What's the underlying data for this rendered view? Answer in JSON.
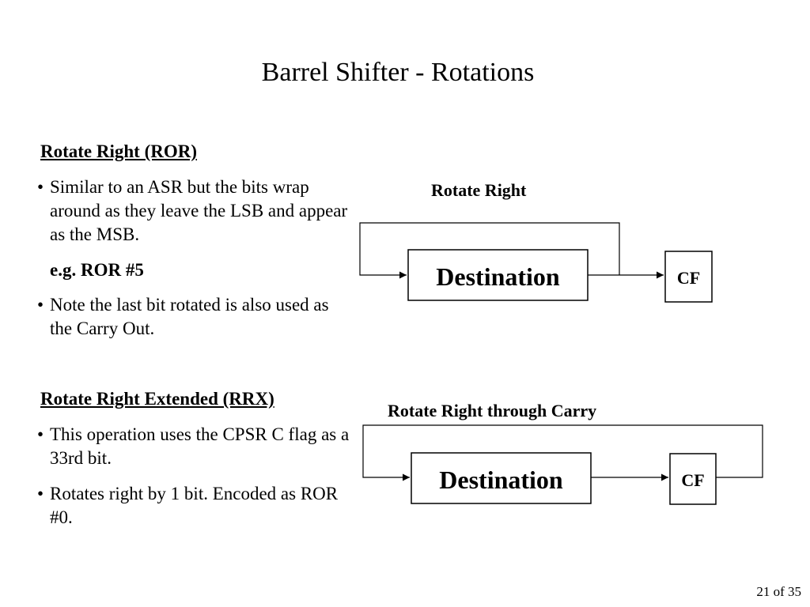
{
  "title": "Barrel Shifter - Rotations",
  "ror": {
    "heading": "Rotate Right (ROR)",
    "bullet_char": "•",
    "bullets": [
      "Similar to an ASR but the bits wrap around as they leave the LSB and appear as the MSB.",
      "Note the last bit rotated is also used as the Carry Out."
    ],
    "example": "e.g. ROR #5"
  },
  "rrx": {
    "heading": "Rotate Right Extended (RRX)",
    "bullet_char": "•",
    "bullets": [
      " This operation uses the CPSR C flag as a 33rd bit.",
      "Rotates right by 1 bit. Encoded as ROR #0."
    ]
  },
  "diagram_rotate_right": {
    "label": "Rotate Right",
    "box_label": "Destination",
    "flag_label": "CF"
  },
  "diagram_rotate_carry": {
    "label": "Rotate Right through Carry",
    "box_label": "Destination",
    "flag_label": "CF"
  },
  "page_number": "21 of 35"
}
